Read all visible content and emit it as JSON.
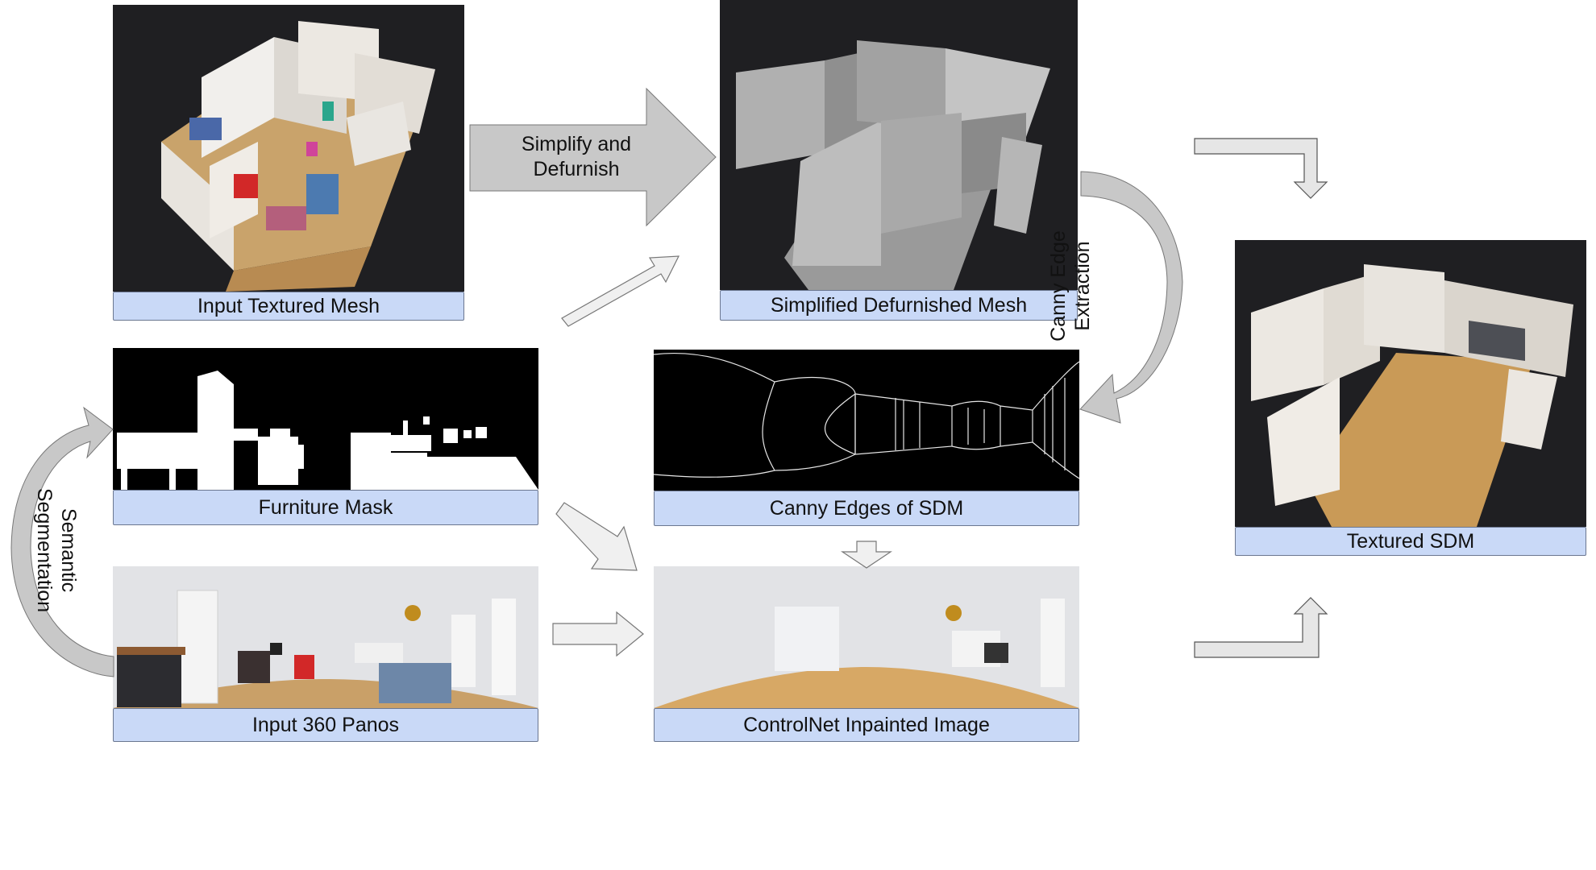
{
  "panels": {
    "input_mesh": {
      "caption": "Input Textured Mesh"
    },
    "sdm": {
      "caption": "Simplified Defurnished Mesh"
    },
    "furniture_mask": {
      "caption": "Furniture Mask"
    },
    "canny": {
      "caption": "Canny Edges of SDM"
    },
    "panos": {
      "caption": "Input 360 Panos"
    },
    "inpainted": {
      "caption": "ControlNet Inpainted Image"
    },
    "textured_sdm": {
      "caption": "Textured SDM"
    }
  },
  "arrow_labels": {
    "simplify_line1": "Simplify and",
    "simplify_line2": "Defurnish",
    "canny_line1": "Canny Edge",
    "canny_line2": "Extraction",
    "seg_line1": "Semantic",
    "seg_line2": "Segmentation"
  },
  "colors": {
    "caption_bg": "#c9d9f7",
    "dark_bg": "#1f1f22",
    "arrow_gray": "#c8c8c8",
    "arrow_light": "#efefef"
  }
}
